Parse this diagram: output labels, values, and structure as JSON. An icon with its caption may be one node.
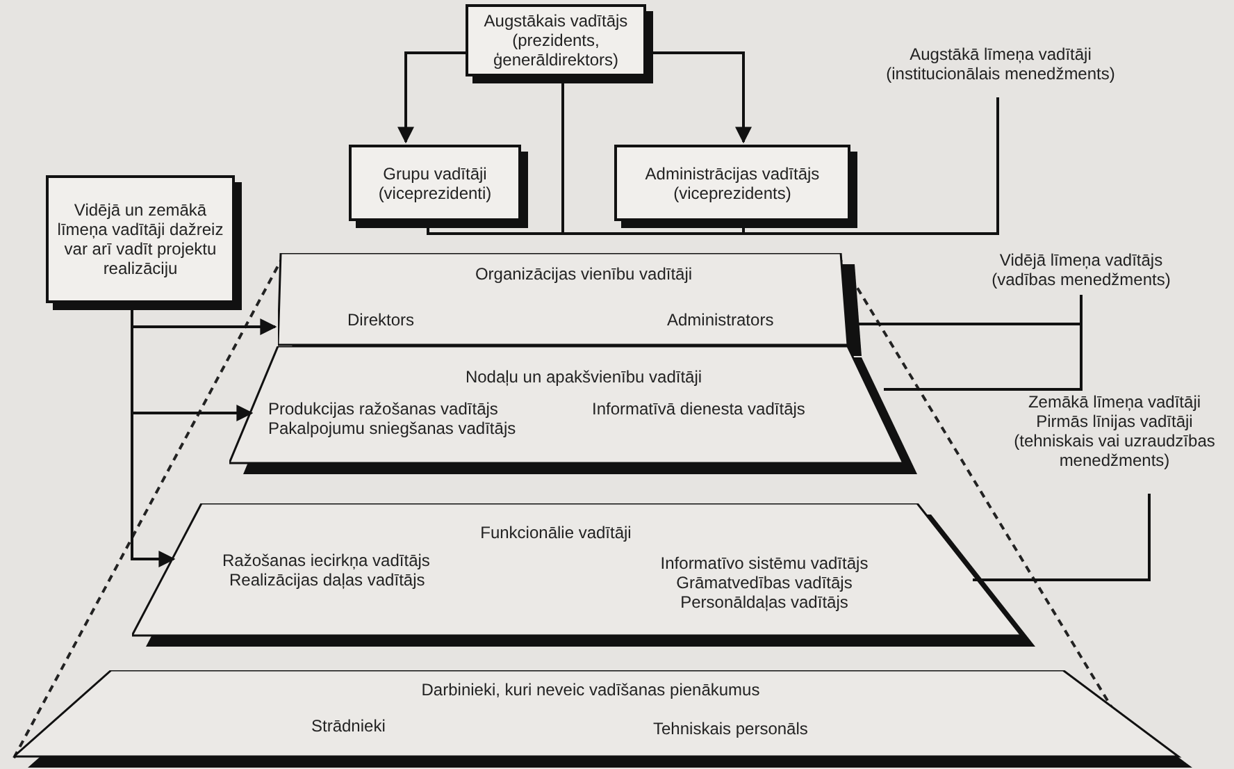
{
  "diagram": {
    "nodes": [
      {
        "text": [
          "Augstākais vadītājs (prezidents, ģenerāldirektors)"
        ]
      },
      {
        "text": [
          "Grupu vadītāji (viceprezidenti)"
        ]
      },
      {
        "text": [
          "Administrācijas vadītājs (viceprezidents)"
        ]
      },
      {
        "text": [
          "Vidējā un zemākā līmeņa vadītāji dažreiz var arī vadīt projektu realizāciju"
        ]
      },
      {
        "text": [
          "Organizācijas vienību vadītāji",
          "Direktors",
          "Administrators"
        ]
      },
      {
        "text": [
          "Nodaļu un apakšvienību vadītāji",
          "Produkcijas ražošanas vadītājs",
          "Pakalpojumu sniegšanas vadītājs",
          "Informatīvā dienesta vadītājs"
        ]
      },
      {
        "text": [
          "Funkcionālie vadītāji",
          "Ražošanas iecirkņa vadītājs",
          "Realizācijas daļas vadītājs",
          "Informatīvo sistēmu vadītājs",
          "Grāmatvedības vadītājs",
          "Personāldaļas vadītājs"
        ]
      },
      {
        "text": [
          "Darbinieki, kuri neveic vadīšanas pienākumus",
          "Strādnieki",
          "Tehniskais personāls"
        ]
      },
      {
        "text": [
          "Augstākā līmeņa vadītāji (institucionālais menedžments)"
        ]
      },
      {
        "text": [
          "Vidējā līmeņa vadītājs (vadības menedžments)"
        ]
      },
      {
        "text": [
          "Zemākā līmeņa vadītāji",
          "Pirmās līnijas vadītāji (tehniskais vai uzraudzības menedžments)"
        ]
      }
    ],
    "edges": [
      {
        "from": 0,
        "to": 1,
        "arrow": "to"
      },
      {
        "from": 0,
        "to": 2,
        "arrow": "to"
      },
      {
        "from": 8,
        "to": 0,
        "arrow": "none"
      },
      {
        "from": 8,
        "to": 1,
        "arrow": "none"
      },
      {
        "from": 8,
        "to": 2,
        "arrow": "none"
      },
      {
        "from": 9,
        "to": 4,
        "arrow": "none"
      },
      {
        "from": 9,
        "to": 5,
        "arrow": "none"
      },
      {
        "from": 10,
        "to": 6,
        "arrow": "none"
      },
      {
        "from": 3,
        "to": 4,
        "arrow": "to"
      },
      {
        "from": 3,
        "to": 5,
        "arrow": "to"
      },
      {
        "from": 3,
        "to": 6,
        "arrow": "to"
      }
    ]
  }
}
